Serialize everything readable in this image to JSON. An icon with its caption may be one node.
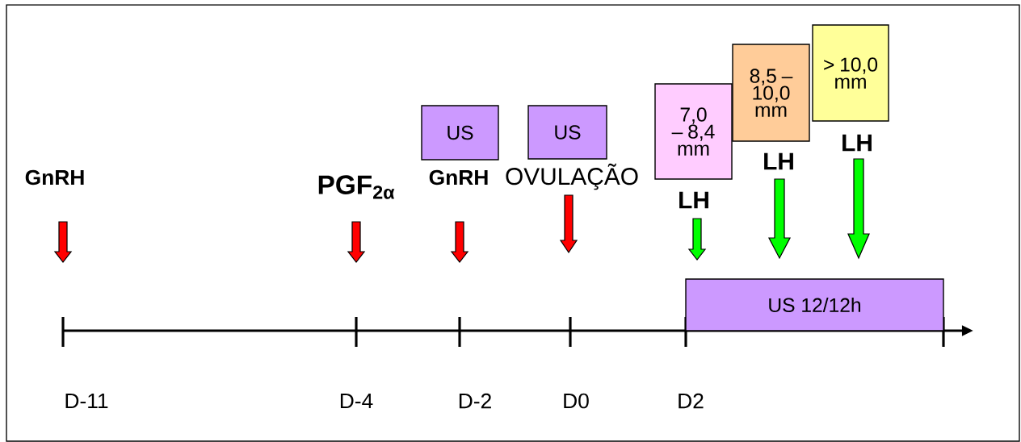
{
  "diagram": {
    "nodes": [
      {
        "text": [
          "US"
        ]
      },
      {
        "text": [
          "US"
        ]
      },
      {
        "text": [
          "7,0 – 8,4 mm"
        ]
      },
      {
        "text": [
          "8,5 – 10,0 mm"
        ]
      },
      {
        "text": [
          "> 10,0 mm"
        ]
      },
      {
        "text": [
          "US 12/12h"
        ]
      }
    ],
    "labels": [
      "GnRH",
      "PGF$_{2α}$",
      "GnRH",
      "OVULAÇÃO",
      "LH",
      "LH",
      "LH",
      "D-11",
      "D-4",
      "D-2",
      "D0",
      "D2"
    ]
  }
}
